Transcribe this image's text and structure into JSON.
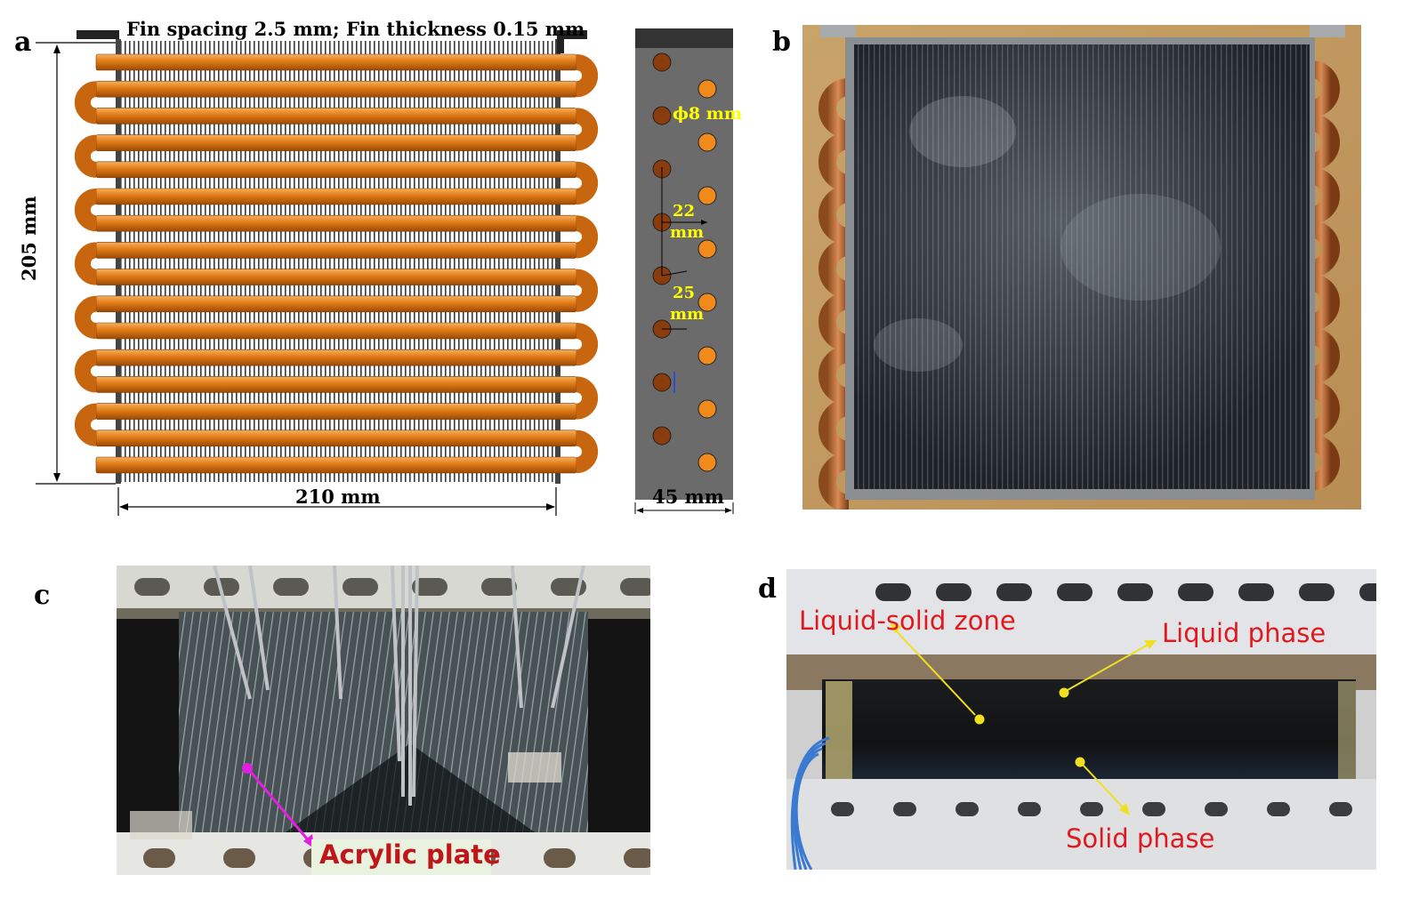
{
  "panels": {
    "a": {
      "label": "a",
      "top_dimension": "Fin spacing 2.5 mm; Fin thickness 0.15 mm",
      "height_dimension": "205 mm",
      "width_dimension": "210 mm",
      "side_view": {
        "depth_dimension": "45 mm",
        "tube_diameter": "ϕ8 mm",
        "spacing_horizontal_value": "22",
        "spacing_horizontal_unit": "mm",
        "spacing_vertical_value": "25",
        "spacing_vertical_unit": "mm"
      },
      "colors": {
        "copper": "#e07a16",
        "fin": "#3a3a3a",
        "side_plate": "#6b6b6b",
        "annotation": "#ffff00"
      }
    },
    "b": {
      "label": "b"
    },
    "c": {
      "label": "c",
      "callout": "Acrylic plate",
      "colors": {
        "arrow": "#e020e0",
        "callout_text": "#e0191e"
      }
    },
    "d": {
      "label": "d",
      "callouts": [
        "Liquid-solid zone",
        "Liquid phase",
        "Solid phase"
      ],
      "colors": {
        "arrow": "#f0e020",
        "callout_text": "#e0191e"
      }
    }
  }
}
